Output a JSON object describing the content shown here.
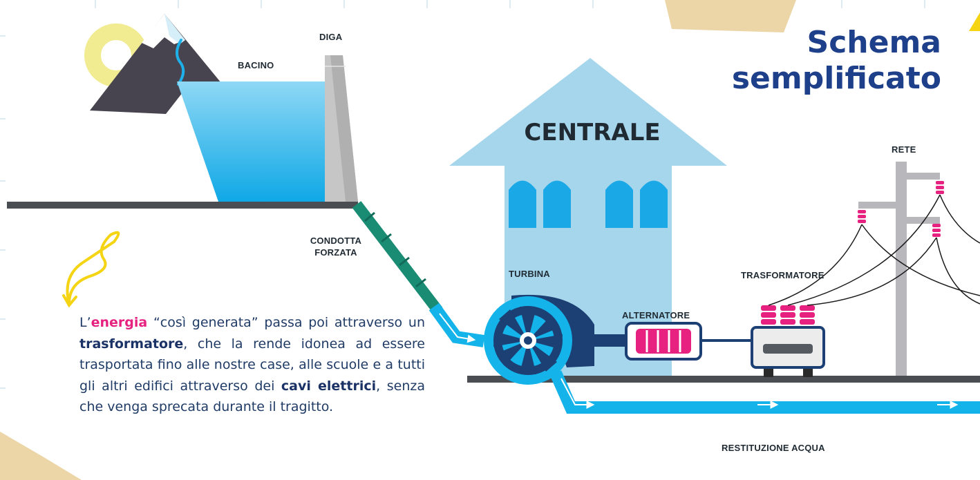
{
  "title": {
    "line1": "Schema",
    "line2": "semplificato"
  },
  "labels": {
    "diga": "DIGA",
    "bacino": "BACINO",
    "condotta_line1": "CONDOTTA",
    "condotta_line2": "FORZATA",
    "centrale": "CENTRALE",
    "turbina": "TURBINA",
    "alternatore": "ALTERNATORE",
    "trasformatore": "TRASFORMATORE",
    "rete": "RETE",
    "restituzione": "RESTITUZIONE ACQUA"
  },
  "paragraph": {
    "p1": "L’",
    "w1": "energia",
    "p2": " “così generata” passa poi attraverso un ",
    "w2": "trasformatore",
    "p3": ", che la rende idonea ad essere trasportata fino alle nostre case, alle scuole e a tutti gli altri edifici attraverso dei ",
    "w3": "cavi elettrici",
    "p4": ", senza che venga sprecata durante il tragitto."
  },
  "colors": {
    "title": "#1e3f8a",
    "water": "#14b4ea",
    "building": "#a6d6ec",
    "pink": "#e6217f",
    "penstock": "#1a8c74",
    "ground": "#4a4d52",
    "navy": "#1c3f74",
    "sun": "#f1eb92",
    "mountain": "#48444f",
    "dam": "#c6c6c6",
    "paper": "#ecd6a8"
  }
}
